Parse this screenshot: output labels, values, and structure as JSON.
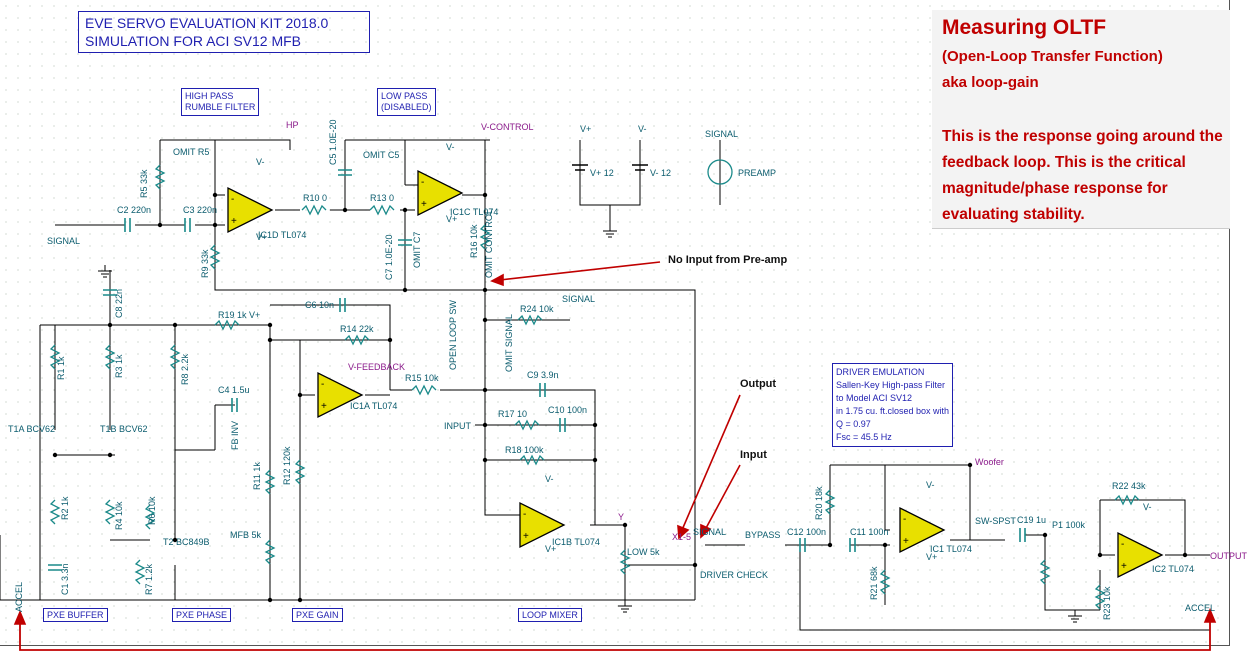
{
  "title": {
    "line1": "EVE SERVO EVALUATION KIT 2018.0",
    "line2": "SIMULATION FOR ACI SV12 MFB"
  },
  "note": {
    "heading": "Measuring OLTF",
    "subheading": "(Open-Loop Transfer Function)",
    "aka": "aka loop-gain",
    "body": "This is the response going around the feedback loop. This is the critical magnitude/phase response for evaluating stability."
  },
  "annotations": {
    "no_input": "No Input from Pre-amp",
    "output": "Output",
    "input": "Input"
  },
  "boxes": {
    "hp_l1": "HIGH PASS",
    "hp_l2": "RUMBLE FILTER",
    "lp_l1": "LOW PASS",
    "lp_l2": "(DISABLED)",
    "driver_l1": "DRIVER EMULATION",
    "driver_l2": "Sallen-Key High-pass Filter",
    "driver_l3": "to Model ACI SV12",
    "driver_l4": "in 1.75 cu. ft.closed box with",
    "driver_l5": "Q = 0.97",
    "driver_l6": "Fsc = 45.5 Hz",
    "pxe_buffer": "PXE BUFFER",
    "pxe_phase": "PXE PHASE",
    "pxe_gain": "PXE GAIN",
    "loop_mixer": "LOOP MIXER"
  },
  "labels": {
    "signal": "SIGNAL",
    "hp": "HP",
    "v_control": "V-CONTROL",
    "omit_r5": "OMIT R5",
    "omit_c5": "OMIT C5",
    "r5": "R5 33k",
    "c2": "C2 220n",
    "c3": "C3 220n",
    "r10": "R10 0",
    "r13": "R13 0",
    "c5": "C5 1.0E-20",
    "c7": "C7 1.0E-20",
    "c7b": "OMIT C7",
    "r9": "R9 33k",
    "ic1d": "IC1D TL074",
    "ic1c": "IC1C TL074",
    "r16": "R16 10k",
    "omit_control": "OMIT CONTROL",
    "vplus": "V+",
    "vminus": "V-",
    "vp12": "V+ 12",
    "vm12": "V- 12",
    "preamp": "PREAMP",
    "c8": "C8 22n",
    "c6": "C6 10n",
    "r14": "R14 22k",
    "r19": "R19 1k V+",
    "r24": "R24 10k",
    "open_loop_sw": "OPEN LOOP SW",
    "omit_signal": "OMIT SIGNAL",
    "v_feedback": "V-FEEDBACK",
    "r1": "R1 1k",
    "r3": "R3 1k",
    "r8": "R8 2.2k",
    "c4": "C4 1.5u",
    "ic1a": "IC1A TL074",
    "r15": "R15 10k",
    "c9": "C9 3.9n",
    "r17": "R17 10",
    "c10": "C10 100n",
    "r18": "R18 100k",
    "input": "INPUT",
    "t1a": "T1A BCV62",
    "t1b": "T1B BCV62",
    "fb_inv": "FB INV",
    "r11": "R11 1k",
    "r12": "R12 120k",
    "r2": "R2 1k",
    "r4": "R4 10k",
    "r6": "R6 10k",
    "t2": "T2 BC849B",
    "mfb": "MFB 5k",
    "c1": "C1 3.3n",
    "r7": "R7 1.2k",
    "accel": "ACCEL",
    "ic1b": "IC1B TL074",
    "y": "Y",
    "low": "LOW 5k",
    "x15": "X1-5",
    "bypass": "BYPASS",
    "driver_check": "DRIVER CHECK",
    "c12": "C12 100n",
    "c11": "C11 100n",
    "r20": "R20 18k",
    "r21": "R21 68k",
    "ic1": "IC1 TL074",
    "woofer": "Woofer",
    "sw_spst": "SW-SPST",
    "c19": "C19 1u",
    "p1": "P1 100k",
    "r22": "R22 43k",
    "r23": "R23 10k",
    "ic2": "IC2 TL074",
    "output": "OUTPUT"
  },
  "colors": {
    "wire": "#000000",
    "component": "#1a8a8a",
    "label": "#0b5c6e",
    "net": "#8b1a8b",
    "annotation": "#c00000",
    "opamp": "#e8e000",
    "box": "#1f1fb0"
  }
}
